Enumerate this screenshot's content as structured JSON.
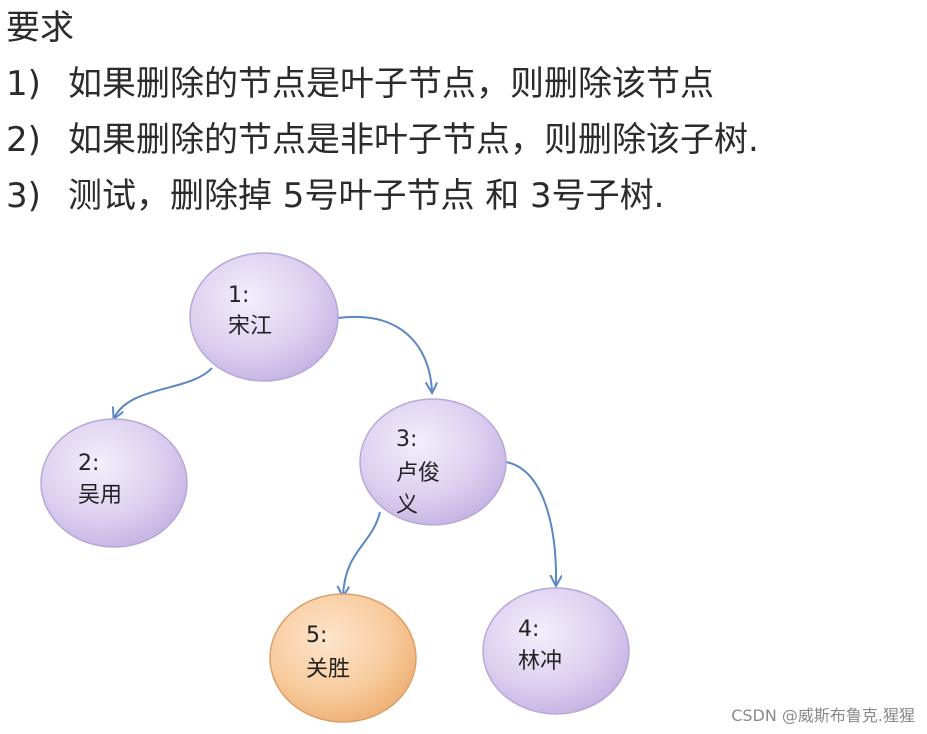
{
  "heading": "要求",
  "requirements": [
    {
      "num": "1)",
      "text": "如果删除的节点是叶子节点，则删除该节点"
    },
    {
      "num": "2)",
      "text": "如果删除的节点是非叶子节点，则删除该子树."
    },
    {
      "num": "3)",
      "text": "测试，删除掉 5号叶子节点 和 3号子树."
    }
  ],
  "nodes": [
    {
      "id": "1",
      "label": "1:",
      "name": "宋江",
      "color": "#d6c7ec"
    },
    {
      "id": "2",
      "label": "2:",
      "name": "吴用",
      "color": "#d6c7ec"
    },
    {
      "id": "3",
      "label": "3:",
      "name_line1": "卢俊",
      "name_line2": "义",
      "color": "#d6c7ec"
    },
    {
      "id": "4",
      "label": "4:",
      "name": "林冲",
      "color": "#d6c7ec"
    },
    {
      "id": "5",
      "label": "5:",
      "name": "关胜",
      "color": "#f7c99a"
    }
  ],
  "watermark": "CSDN @威斯布鲁克.猩猩"
}
